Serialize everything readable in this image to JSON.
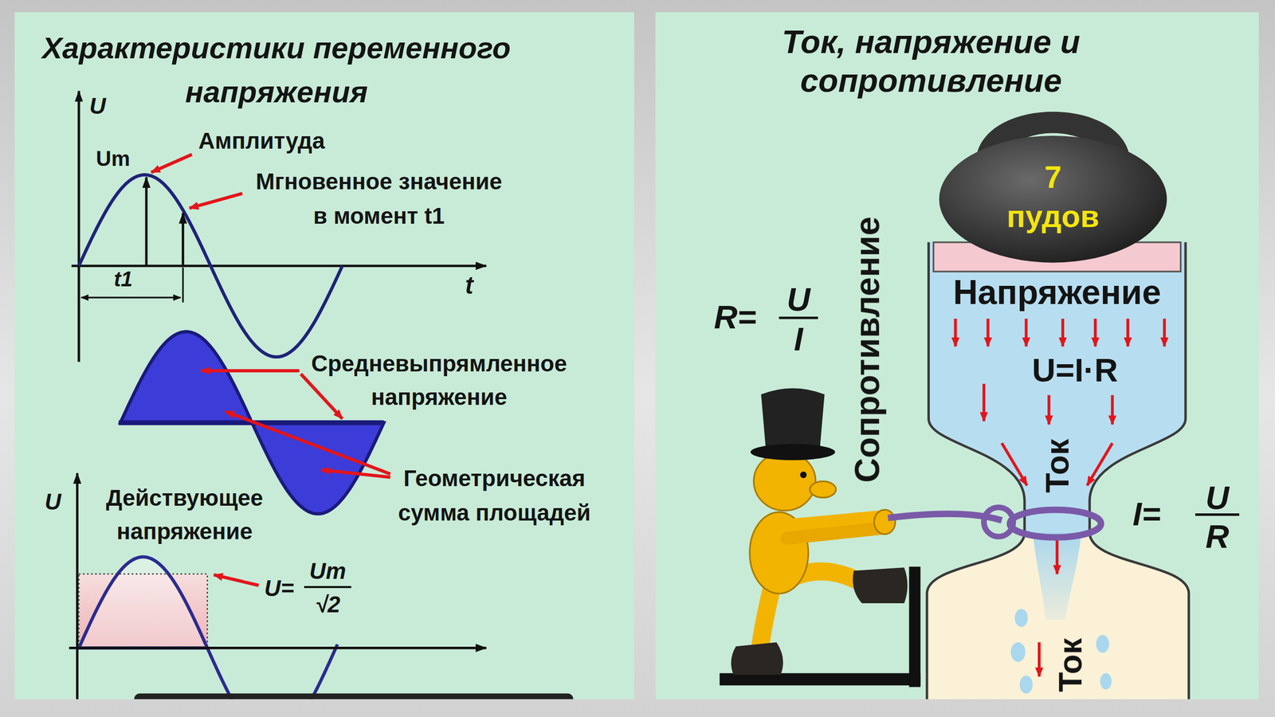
{
  "diagram": {
    "nodes": [
      {
        "text": [
          "Характеристики переменного напряжения"
        ]
      },
      {
        "text": [
          "Ток, напряжение и сопротивление"
        ]
      },
      {
        "text": [
          "7 пудов"
        ],
        "in": 1
      },
      {
        "text": [
          "Напряжение",
          "U=I·R",
          "Ток",
          "Ток"
        ],
        "in": 1
      }
    ],
    "labels": [
      "U",
      "Um",
      "Амплитуда",
      "Мгновенное значение в момент t1",
      "t1",
      "t",
      "Средневыпрямленное напряжение",
      "Геометрическая сумма площадей",
      "U",
      "Действующее напряжение",
      "U=",
      "Um",
      "√2",
      "Сопротивление",
      "R=",
      "U",
      "I",
      "I=",
      "U",
      "R"
    ]
  }
}
